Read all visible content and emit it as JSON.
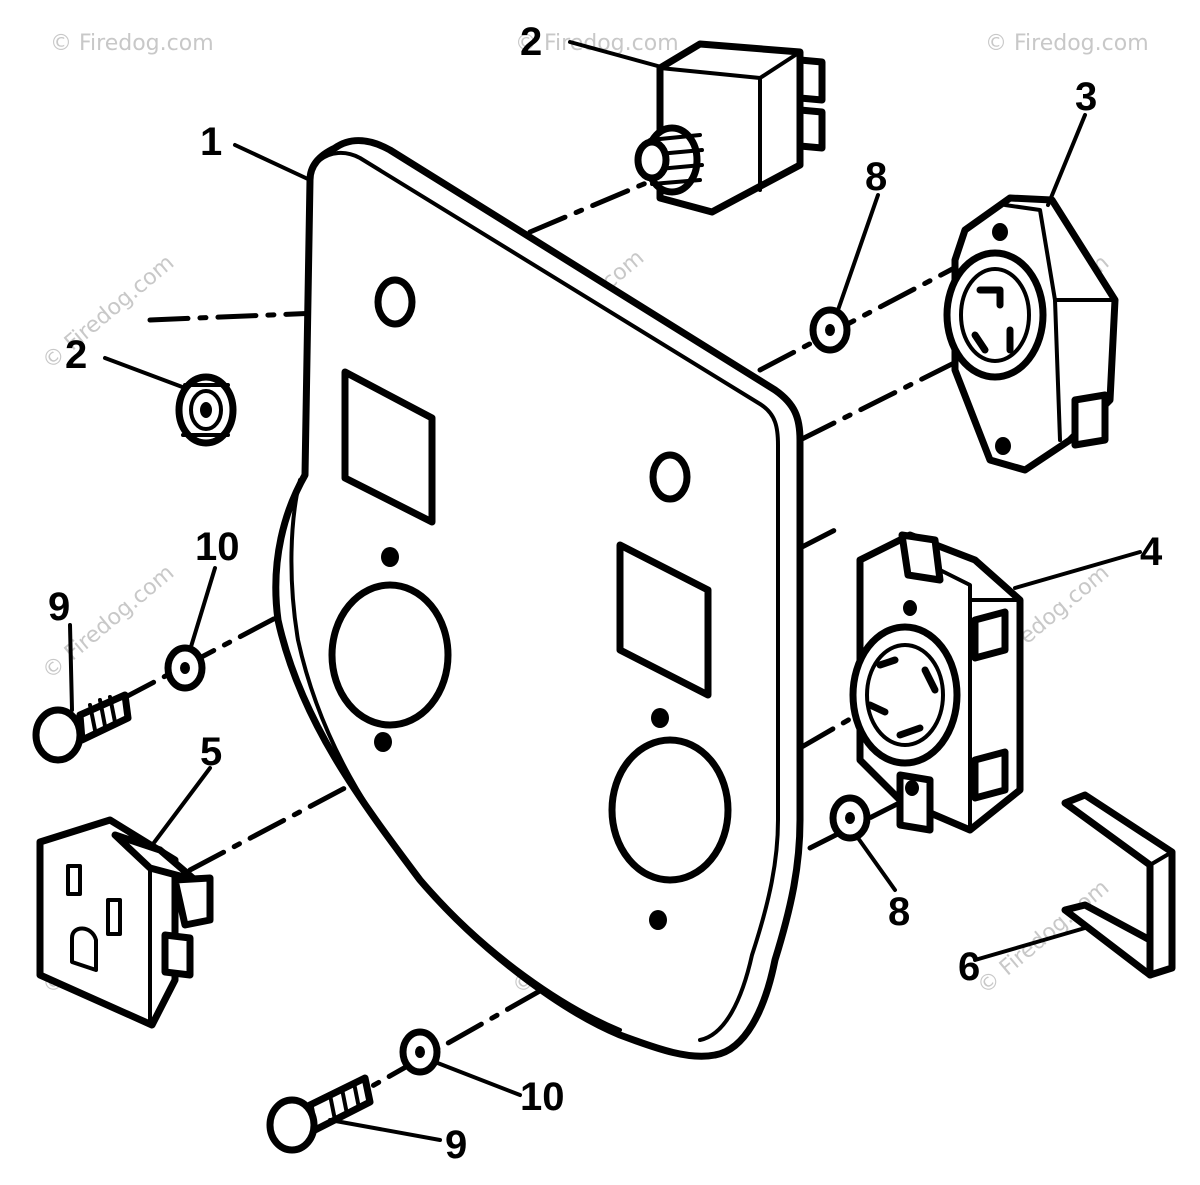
{
  "watermark": "© Firedog.com",
  "callouts": {
    "panel": "1",
    "breaker_top": "2",
    "breaker_nut": "2",
    "receptacle_twistlock_upper": "3",
    "receptacle_twistlock_lower": "4",
    "receptacle_duplex": "5",
    "bracket": "6",
    "washer_upper": "8",
    "washer_lower": "8",
    "screw_left": "9",
    "screw_bottom": "9",
    "lockwasher_left": "10",
    "lockwasher_bottom": "10"
  }
}
